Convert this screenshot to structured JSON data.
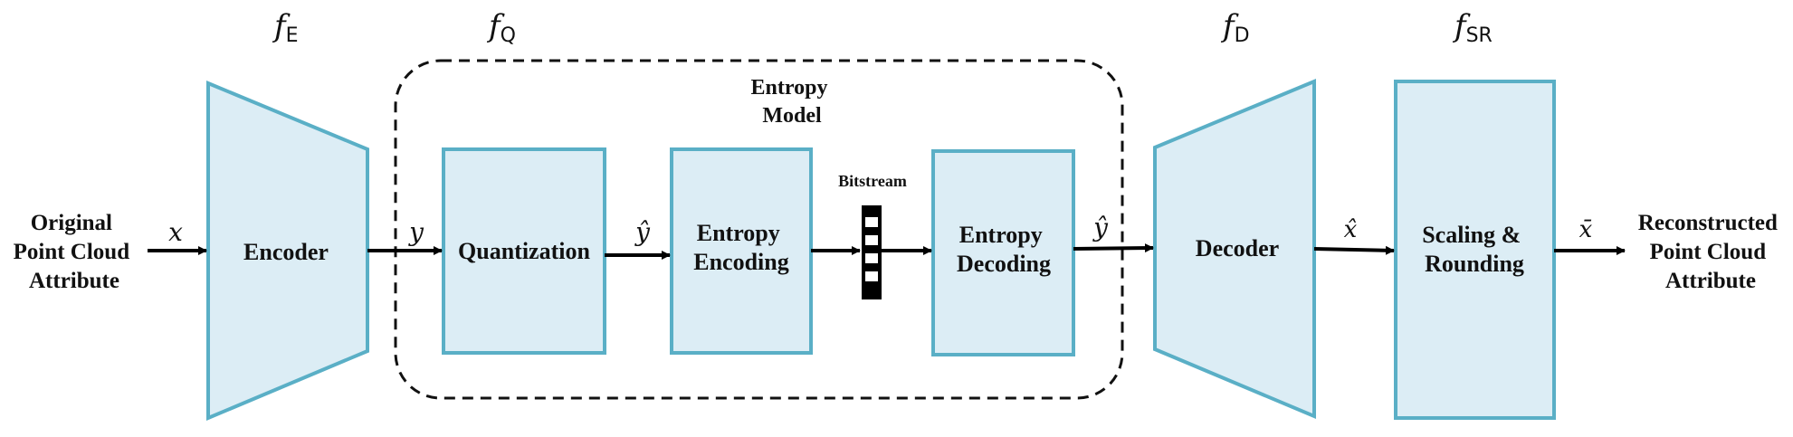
{
  "functions": {
    "encoder": {
      "symbol": "f",
      "sub": "E"
    },
    "quantizer": {
      "symbol": "f",
      "sub": "Q"
    },
    "decoder": {
      "symbol": "f",
      "sub": "D"
    },
    "scaler": {
      "symbol": "f",
      "sub": "SR"
    }
  },
  "input": {
    "line1": "Original",
    "line2": "Point Cloud",
    "line3": "Attribute"
  },
  "output": {
    "line1": "Reconstructed",
    "line2": "Point Cloud",
    "line3": "Attribute"
  },
  "blocks": {
    "encoder": "Encoder",
    "quantization": "Quantization",
    "entropy_encoding": {
      "line1": "Entropy",
      "line2": "Encoding"
    },
    "entropy_decoding": {
      "line1": "Entropy",
      "line2": "Decoding"
    },
    "decoder": "Decoder",
    "scaling": {
      "line1": "Scaling &",
      "line2": "Rounding"
    }
  },
  "entropy_model": {
    "line1": "Entropy",
    "line2": "Model"
  },
  "bitstream": "Bitstream",
  "variables": {
    "x": "x",
    "y": "y",
    "y_hat_1": "ŷ",
    "y_hat_2": "ŷ",
    "x_hat": "x̂",
    "x_bar": "x̄"
  },
  "colors": {
    "block_fill": "#dcedf5",
    "block_stroke": "#5aafc6",
    "arrow": "#000000",
    "dashed_frame": "#111111"
  }
}
